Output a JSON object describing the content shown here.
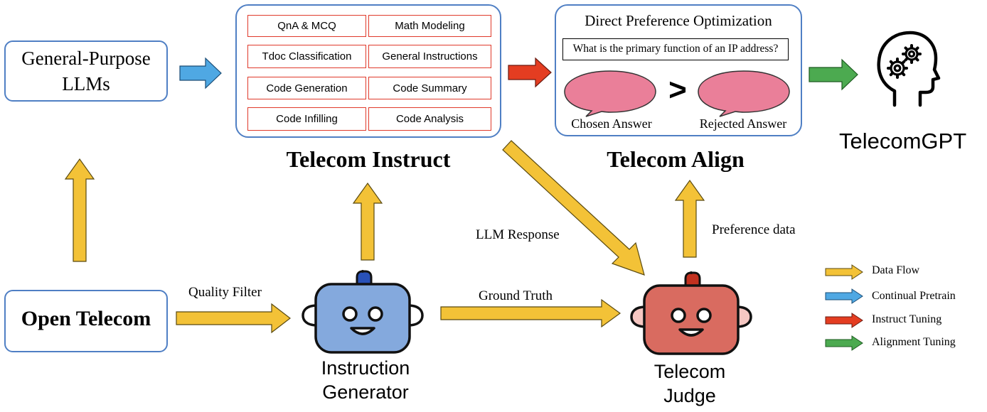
{
  "colors": {
    "data_flow": "#f3c237",
    "continual_pretrain": "#4fa8e3",
    "instruct_tuning": "#e43d21",
    "alignment_tuning": "#4caa50",
    "box_border": "#4f7fc4",
    "task_border": "#e03a2b",
    "speech_bubble": "#ea7f99",
    "instruction_generator": "#84a9dd",
    "telecom_judge": "#d96b60"
  },
  "general_llms": {
    "line1": "General-Purpose",
    "line2": "LLMs"
  },
  "open_telecom": {
    "label": "Open Telecom"
  },
  "telecom_instruct": {
    "title": "Telecom Instruct",
    "tasks": [
      "QnA & MCQ",
      "Math Modeling",
      "Tdoc Classification",
      "General Instructions",
      "Code Generation",
      "Code Summary",
      "Code Infilling",
      "Code Analysis"
    ]
  },
  "telecom_align": {
    "title": "Telecom Align",
    "dpo_title": "Direct Preference Optimization",
    "question": "What is the primary function of an IP address?",
    "comparator": ">",
    "chosen": "Chosen Answer",
    "rejected": "Rejected Answer"
  },
  "telecomgpt": {
    "label": "TelecomGPT",
    "icon": "head-gears-icon"
  },
  "instruction_generator": {
    "line1": "Instruction",
    "line2": "Generator",
    "icon": "robot-icon"
  },
  "telecom_judge": {
    "line1": "Telecom",
    "line2": "Judge",
    "icon": "robot-icon"
  },
  "flow_labels": {
    "quality_filter": "Quality Filter",
    "ground_truth": "Ground Truth",
    "llm_response": "LLM Response",
    "preference_data": "Preference data"
  },
  "legend": [
    {
      "label": "Data Flow",
      "color": "#f3c237"
    },
    {
      "label": "Continual Pretrain",
      "color": "#4fa8e3"
    },
    {
      "label": "Instruct Tuning",
      "color": "#e43d21"
    },
    {
      "label": "Alignment Tuning",
      "color": "#4caa50"
    }
  ]
}
